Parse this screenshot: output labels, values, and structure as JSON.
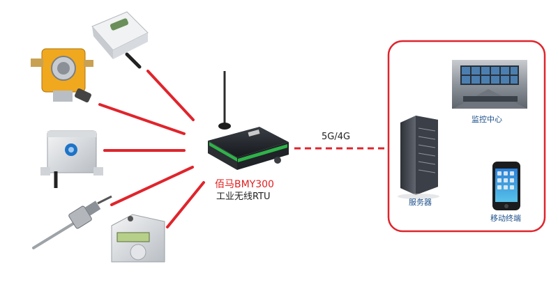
{
  "rtu": {
    "name": "佰马BMY300",
    "subtitle": "工业无线RTU"
  },
  "link": {
    "label": "5G/4G"
  },
  "cloud": {
    "monitor_label": "监控中心",
    "server_label": "服务器",
    "mobile_label": "移动终端"
  },
  "colors": {
    "link_line": "#e0242c",
    "box_border": "#e0242c",
    "label_blue": "#1b4f8a"
  },
  "sensors": [
    {
      "icon": "wall-mount-sensor-icon"
    },
    {
      "icon": "gas-detector-icon"
    },
    {
      "icon": "temperature-humidity-sensor-icon"
    },
    {
      "icon": "probe-sensor-icon"
    },
    {
      "icon": "display-sensor-icon"
    }
  ]
}
